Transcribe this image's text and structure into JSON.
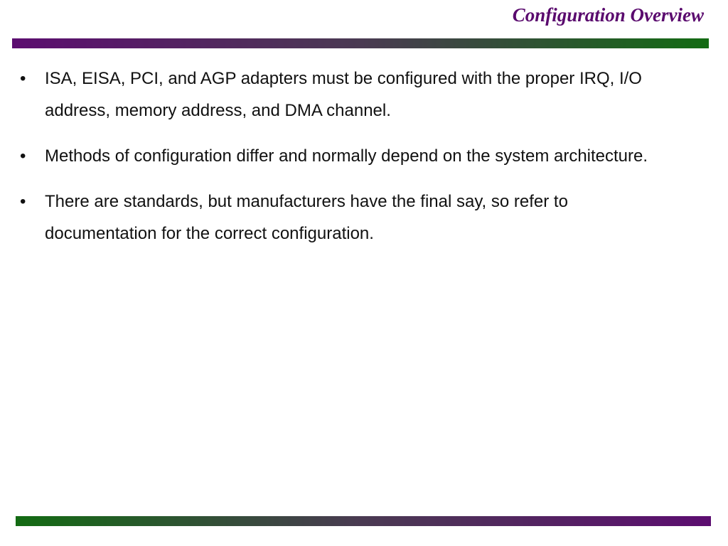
{
  "slide": {
    "title": "Configuration Overview",
    "bullets": [
      "ISA, EISA, PCI, and AGP adapters must be configured with the proper IRQ, I/O address, memory address, and DMA channel.",
      "Methods of configuration differ and normally depend on the system architecture.",
      "There are standards, but manufacturers have the final say, so refer to documentation for the correct configuration."
    ],
    "bullet_glyph": "•"
  },
  "colors": {
    "title": "#5a0a6e",
    "bar_purple": "#5c0d70",
    "bar_green": "#136b13",
    "text": "#111111"
  }
}
